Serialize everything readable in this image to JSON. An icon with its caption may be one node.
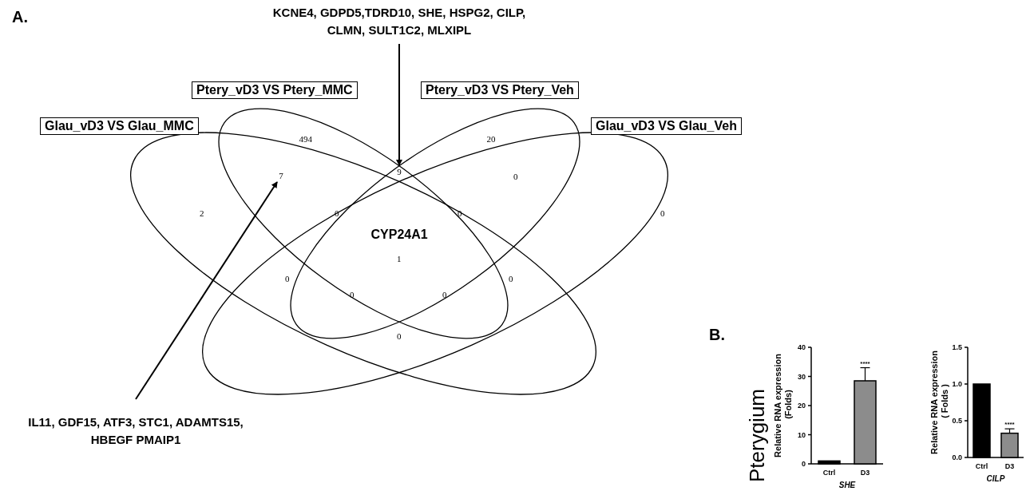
{
  "diagram": {
    "nodes": [
      {
        "text": [
          "Glau_vD3 VS Glau_MMC"
        ]
      },
      {
        "text": [
          "Ptery_vD3 VS Ptery_MMC"
        ]
      },
      {
        "text": [
          "Ptery_vD3 VS Ptery_Veh"
        ]
      },
      {
        "text": [
          "Glau_vD3 VS Glau_Veh"
        ]
      },
      {
        "text": [
          "KCNE4, GDPD5,TDRD10, SHE, HSPG2, CILP, CLMN, SULT1C2, MLXIPL"
        ]
      },
      {
        "text": [
          "9"
        ]
      },
      {
        "text": [
          "IL11, GDF15, ATF3, STC1, ADAMTS15, HBEGF PMAIP1"
        ]
      },
      {
        "text": [
          "7"
        ]
      }
    ],
    "edges": [
      {
        "from": 4,
        "to": 5,
        "arrow": "to"
      },
      {
        "from": 6,
        "to": 7,
        "arrow": "to"
      }
    ],
    "labels": [
      "A.",
      "494",
      "20",
      "0",
      "2",
      "0",
      "0",
      "0",
      "CYP24A1",
      "1",
      "0",
      "0",
      "0",
      "0",
      "0",
      "B.",
      "Pterygium"
    ],
    "chart_data": [
      {
        "type": "bar",
        "xlabel": "SHE",
        "ylabel": "Relative RNA expression (Folds)",
        "categories": [
          "Ctrl",
          "D3"
        ],
        "series": [
          {
            "color": "#000000",
            "values": [
              1,
              null
            ]
          },
          {
            "color": "#8c8c8c",
            "values": [
              null,
              28.5
            ]
          }
        ],
        "ylim": [
          0,
          40
        ],
        "yticks": [
          {
            "value": 0,
            "label": "0"
          },
          {
            "value": 10,
            "label": "10"
          },
          {
            "value": 20,
            "label": "20"
          },
          {
            "value": 30,
            "label": "30"
          },
          {
            "value": 40,
            "label": "40"
          }
        ],
        "annotations": [
          "****"
        ]
      },
      {
        "type": "bar",
        "xlabel": "CILP",
        "ylabel": "Relative RNA expression ( Folds )",
        "categories": [
          "Ctrl",
          "D3"
        ],
        "series": [
          {
            "color": "#000000",
            "values": [
              1.0,
              null
            ]
          },
          {
            "color": "#8c8c8c",
            "values": [
              null,
              0.33
            ]
          }
        ],
        "ylim": [
          0,
          1.5
        ],
        "yticks": [
          {
            "value": 0,
            "label": "0.0"
          },
          {
            "value": 0.5,
            "label": "0.5"
          },
          {
            "value": 1.0,
            "label": "1.0"
          },
          {
            "value": 1.5,
            "label": "1.5"
          }
        ],
        "annotations": [
          "****"
        ]
      }
    ]
  }
}
